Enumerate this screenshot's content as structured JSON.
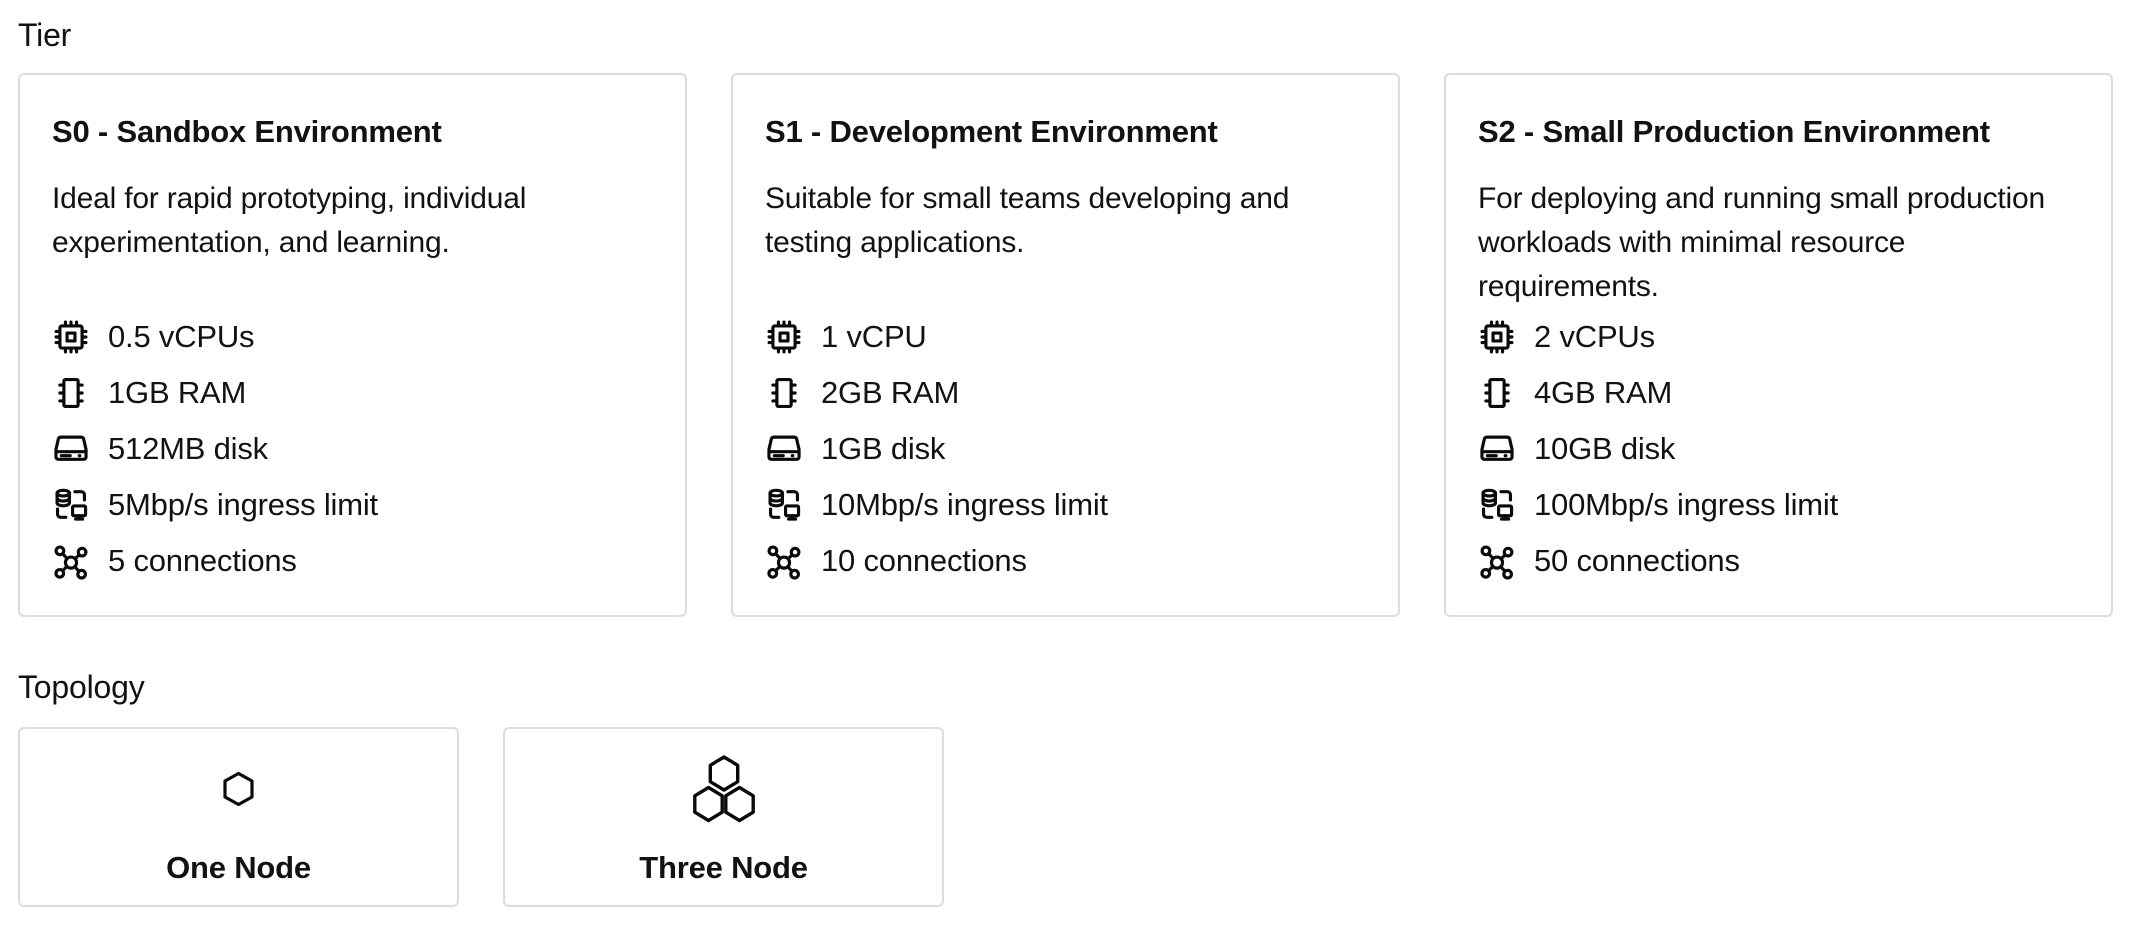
{
  "colors": {
    "background": "#ffffff",
    "card_border": "#d6dee2",
    "text": "#121212",
    "icon": "#0a0a0a"
  },
  "sections": {
    "tier": {
      "label": "Tier",
      "cards": [
        {
          "title": "S0 - Sandbox Environment",
          "description": "Ideal for rapid prototyping, individual experimentation, and learning.",
          "specs": [
            {
              "icon": "cpu-icon",
              "text": "0.5 vCPUs"
            },
            {
              "icon": "ram-icon",
              "text": "1GB RAM"
            },
            {
              "icon": "disk-icon",
              "text": "512MB disk"
            },
            {
              "icon": "ingress-icon",
              "text": "5Mbp/s ingress limit"
            },
            {
              "icon": "connections-icon",
              "text": "5 connections"
            }
          ]
        },
        {
          "title": "S1 - Development Environment",
          "description": "Suitable for small teams developing and testing applications.",
          "specs": [
            {
              "icon": "cpu-icon",
              "text": "1 vCPU"
            },
            {
              "icon": "ram-icon",
              "text": "2GB RAM"
            },
            {
              "icon": "disk-icon",
              "text": "1GB disk"
            },
            {
              "icon": "ingress-icon",
              "text": "10Mbp/s ingress limit"
            },
            {
              "icon": "connections-icon",
              "text": "10 connections"
            }
          ]
        },
        {
          "title": "S2 - Small Production Environment",
          "description": "For deploying and running small production workloads with minimal resource requirements.",
          "specs": [
            {
              "icon": "cpu-icon",
              "text": "2 vCPUs"
            },
            {
              "icon": "ram-icon",
              "text": "4GB RAM"
            },
            {
              "icon": "disk-icon",
              "text": "10GB disk"
            },
            {
              "icon": "ingress-icon",
              "text": "100Mbp/s ingress limit"
            },
            {
              "icon": "connections-icon",
              "text": "50 connections"
            }
          ]
        }
      ]
    },
    "topology": {
      "label": "Topology",
      "options": [
        {
          "icon": "one-node-icon",
          "label": "One Node"
        },
        {
          "icon": "three-node-icon",
          "label": "Three Node"
        }
      ]
    }
  }
}
